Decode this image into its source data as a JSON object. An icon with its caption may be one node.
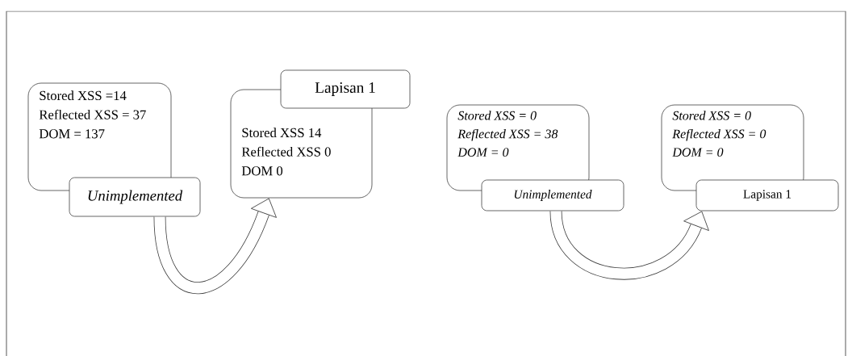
{
  "diagram": {
    "nodes": [
      {
        "text": [
          "Stored XSS =14",
          "Reflected XSS = 37",
          "DOM = 137"
        ]
      },
      {
        "text": [
          "Unimplemented"
        ]
      },
      {
        "text": [
          "Lapisan 1"
        ]
      },
      {
        "text": [
          "Stored XSS 14",
          "Reflected XSS 0",
          "DOM 0"
        ]
      },
      {
        "text": [
          "Stored XSS = 0",
          "Reflected XSS = 38",
          "DOM = 0"
        ]
      },
      {
        "text": [
          "Unimplemented"
        ]
      },
      {
        "text": [
          "Stored XSS = 0",
          "Reflected XSS = 0",
          "DOM = 0"
        ]
      },
      {
        "text": [
          "Lapisan 1"
        ]
      }
    ],
    "edges": [
      {
        "from": 1,
        "to": 3,
        "arrow": "to"
      },
      {
        "from": 5,
        "to": 7,
        "arrow": "to"
      }
    ]
  }
}
